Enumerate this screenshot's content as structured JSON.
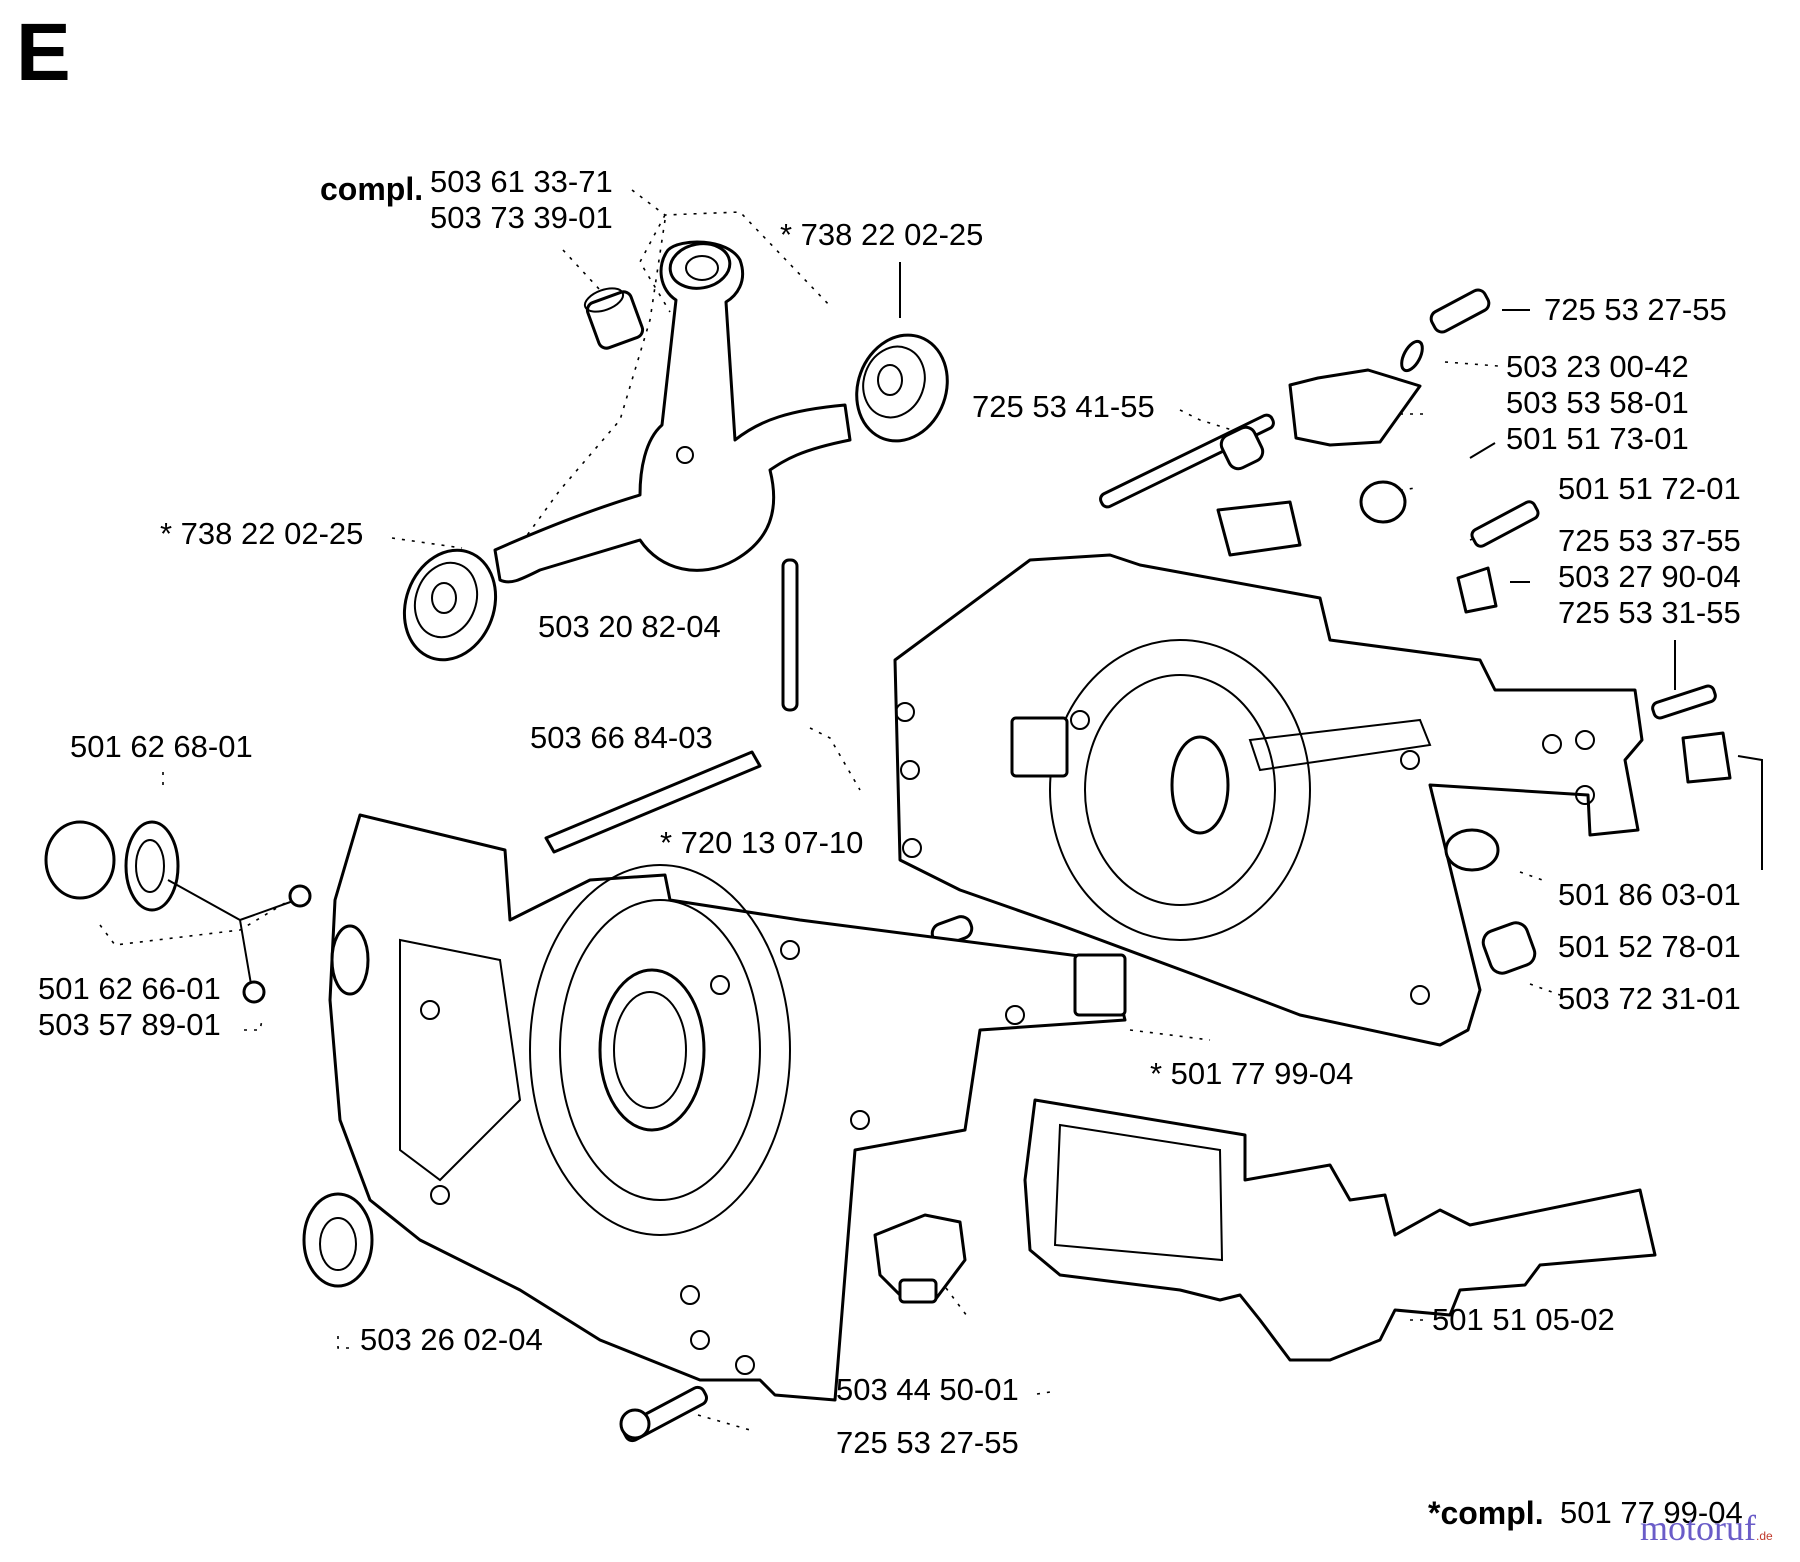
{
  "section_letter": "E",
  "compl_label": "compl.",
  "footer": {
    "compl_star_label": "*compl.",
    "compl_number": "501 77 99-04"
  },
  "watermark": {
    "text": "motoruf",
    "suffix": ".de"
  },
  "part_numbers": [
    "503 61 33-71",
    "503 73 39-01",
    "* 738 22 02-25",
    "725 53 41-55",
    "* 738 22 02-25",
    "503 20 82-04",
    "503 66 84-03",
    "* 720 13 07-10",
    "501 62 68-01",
    "501 62 66-01",
    "503 57 89-01",
    "725 53 27-55",
    "503 23 00-42",
    "503 53 58-01",
    "501 51 73-01",
    "501 51 72-01",
    "725 53 37-55",
    "503 27 90-04",
    "725 53 31-55",
    "501 86 03-01",
    "501 52 78-01",
    "503 72 31-01",
    "* 501 77 99-04",
    "501 51 05-02",
    "503 26 02-04",
    "503 44 50-01",
    "725 53 27-55"
  ]
}
